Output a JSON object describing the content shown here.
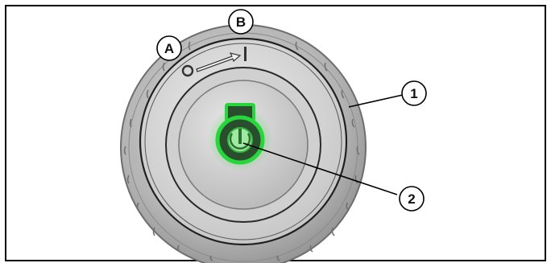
{
  "callouts": {
    "A": "A",
    "B": "B",
    "one": "1",
    "two": "2"
  },
  "switch_symbols": {
    "off_symbol": "O",
    "on_symbol": "I"
  },
  "colors": {
    "frame": "#000000",
    "knob_outer": "#b9b9b9",
    "knob_face": "#d7d7d7",
    "center_button": "#cfcfcf",
    "indicator_glow": "#27d63a",
    "indicator_dark": "#3b5f3f"
  }
}
